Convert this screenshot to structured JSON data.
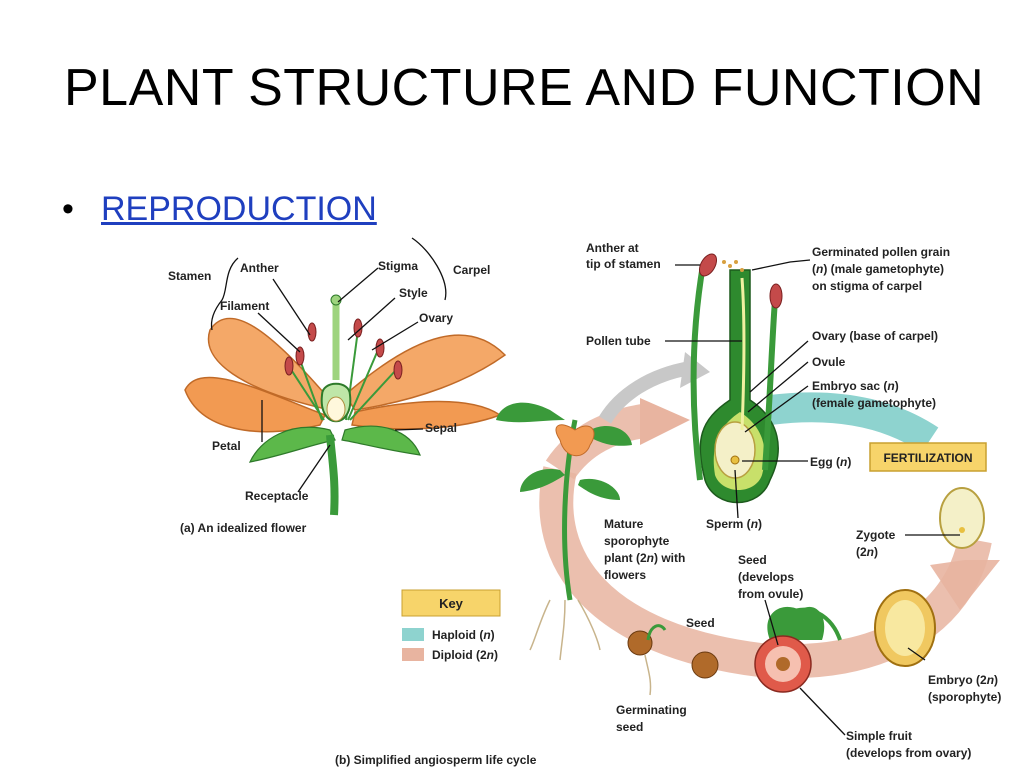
{
  "slide": {
    "title": "PLANT STRUCTURE AND FUNCTION",
    "bullet_marker": "•",
    "bullet_text": "REPRODUCTION"
  },
  "flower": {
    "labels": {
      "stamen": "Stamen",
      "anther": "Anther",
      "filament": "Filament",
      "stigma": "Stigma",
      "carpel": "Carpel",
      "style": "Style",
      "ovary": "Ovary",
      "petal": "Petal",
      "sepal": "Sepal",
      "receptacle": "Receptacle"
    },
    "caption": "(a) An idealized flower"
  },
  "life_cycle": {
    "labels": {
      "anther_at_tip_1": "Anther at",
      "anther_at_tip_2": "tip of stamen",
      "pollen_grain_1": "Germinated pollen grain",
      "pollen_grain_2_n": "n",
      "pollen_grain_2_rest": ") (male gametophyte)",
      "pollen_grain_3": "on stigma of carpel",
      "pollen_tube": "Pollen tube",
      "ovary_base": "Ovary (base of carpel)",
      "ovule": "Ovule",
      "embryo_sac_1": "Embryo sac (",
      "embryo_sac_n": "n",
      "embryo_sac_close": ")",
      "embryo_sac_2": "(female gametophyte)",
      "egg": "Egg (",
      "egg_n": "n",
      "sperm": "Sperm (",
      "sperm_n": "n",
      "fertilization": "FERTILIZATION",
      "mature_1": "Mature",
      "mature_2": "sporophyte",
      "mature_3": "plant (2",
      "mature_3_n": "n",
      "mature_3_rest": ") with",
      "mature_4": "flowers",
      "zygote_1": "Zygote",
      "zygote_2": "(2",
      "zygote_n": "n",
      "seed_1": "Seed",
      "seed_2": "(develops",
      "seed_3": "from ovule)",
      "seed": "Seed",
      "germinating_1": "Germinating",
      "germinating_2": "seed",
      "embryo_1": "Embryo (2",
      "embryo_n": "n",
      "embryo_2": "(sporophyte)",
      "fruit_1": "Simple fruit",
      "fruit_2": "(develops from ovary)"
    },
    "key": {
      "title": "Key",
      "haploid": "Haploid (",
      "haploid_n": "n",
      "diploid": "Diploid (2",
      "diploid_n": "n"
    },
    "caption": "(b) Simplified angiosperm life cycle"
  },
  "colors": {
    "petal": "#f0a060",
    "green": "#3a9a3a",
    "haploid": "#8ed3cf",
    "diploid": "#e8b4a0",
    "key_box": "#f7d46a",
    "link": "#1f3fbf"
  }
}
